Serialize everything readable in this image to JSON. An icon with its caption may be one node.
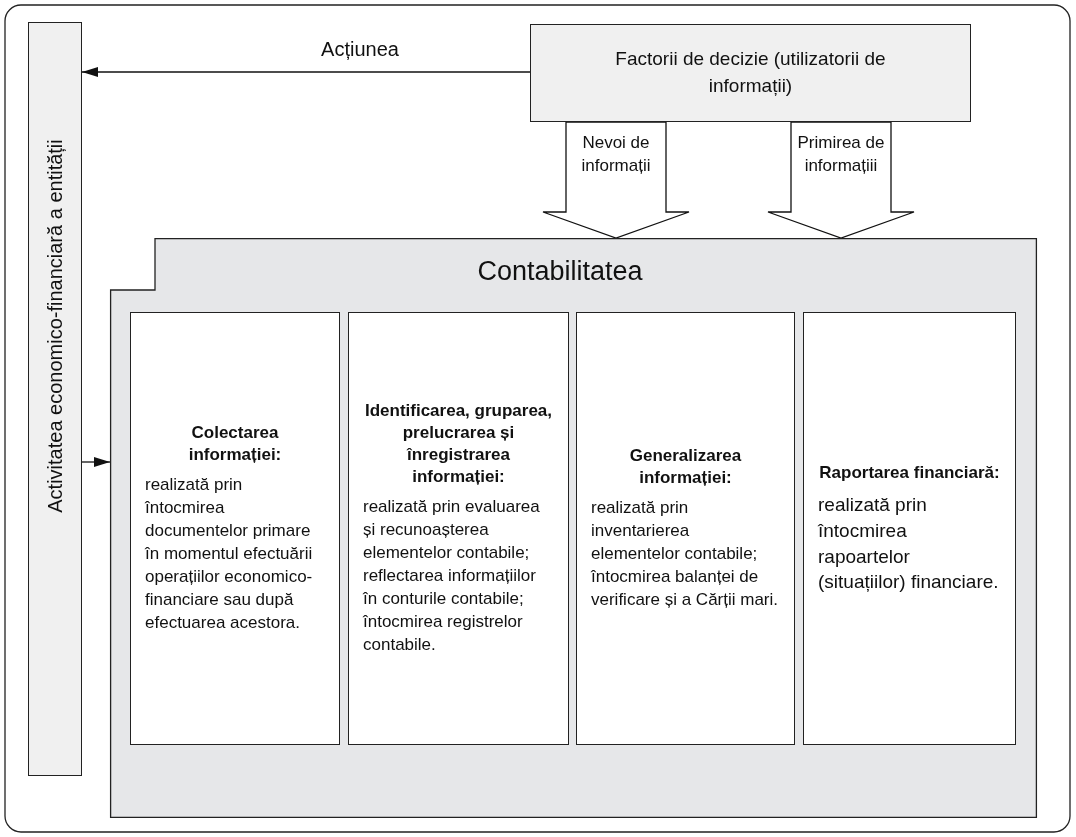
{
  "diagram": {
    "nodes": [
      {
        "text": [
          "Activitatea economico-financiară a entității"
        ]
      },
      {
        "text": [
          "Factorii de decizie (utilizatorii de informații)"
        ]
      },
      {
        "text": [
          "Contabilitatea"
        ]
      },
      {
        "text": [
          "Colectarea informației:",
          "realizată prin întocmirea documentelor primare în momentul efectuării operațiilor economico-financiare sau după efectuarea acestora."
        ],
        "in": 2
      },
      {
        "text": [
          "Identificarea, gruparea, prelucrarea și înregistrarea informației:",
          "realizată prin evaluarea și recunoașterea elementelor contabile; reflectarea informațiilor în conturile contabile; întocmirea registrelor contabile."
        ],
        "in": 2
      },
      {
        "text": [
          "Generalizarea informației:",
          "realizată prin inventarierea elementelor contabile; întocmirea balanței de verificare și a Cărții mari."
        ],
        "in": 2
      },
      {
        "text": [
          "Raportarea financiară:",
          "realizată prin întocmirea rapoartelor (situațiilor) financiare."
        ],
        "in": 2
      }
    ],
    "edges": [
      {
        "from": 1,
        "to": 0,
        "arrow": "to",
        "label": "Acțiunea"
      },
      {
        "from": 0,
        "to": 2,
        "arrow": "to"
      },
      {
        "from": 1,
        "to": 2,
        "arrow": "to",
        "label": "Nevoi de informații",
        "style": "thick"
      },
      {
        "from": 1,
        "to": 2,
        "arrow": "to",
        "label": "Primirea de informațiii",
        "style": "thick"
      }
    ]
  }
}
